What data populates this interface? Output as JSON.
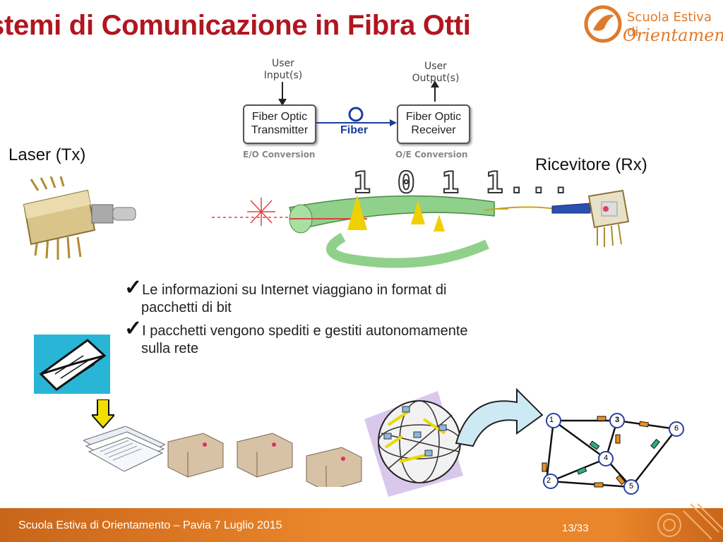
{
  "slide": {
    "title": "stemi di Comunicazione in Fibra Otti",
    "logo": {
      "line1": "Scuola Estiva di",
      "line2": "Orientamento"
    },
    "diagram": {
      "user_input": "User\nInput(s)",
      "user_output": "User\nOutput(s)",
      "transmitter": "Fiber Optic\nTransmitter",
      "receiver": "Fiber Optic\nReceiver",
      "fiber": "Fiber",
      "eo": "E/O Conversion",
      "oe": "O/E Conversion"
    },
    "laser_label": "Laser (Tx)",
    "receiver_label": "Ricevitore (Rx)",
    "bits": "1 0 1 1...",
    "bullets": [
      {
        "line1": "Le informazioni su Internet viaggiano in format di",
        "line2": "pacchetti di bit"
      },
      {
        "line1": "I pacchetti vengono spediti e gestiti autonomamente",
        "line2": "sulla rete"
      }
    ],
    "network_nodes": [
      "1",
      "2",
      "3",
      "4",
      "5",
      "6"
    ],
    "footer": "Scuola Estiva di Orientamento – Pavia 7 Luglio 2015",
    "page": "13/33"
  },
  "colors": {
    "title": "#b01620",
    "footer": "#e9852a",
    "fiber_green": "#8fd18a",
    "pulse": "#f0d000",
    "envelope_bg": "#29b6d6"
  }
}
